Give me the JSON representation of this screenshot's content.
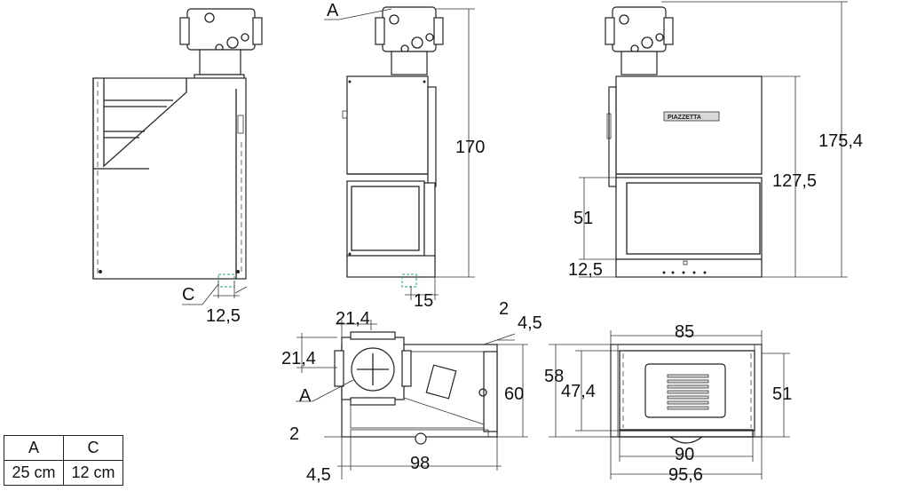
{
  "labels": {
    "a1": "A",
    "a2": "A",
    "c": "C",
    "h170": "170",
    "h175": "175,4",
    "h127": "127,5",
    "h51": "51",
    "h125a": "12,5",
    "h125b": "12,5",
    "w15": "15",
    "t214a": "21,4",
    "t214b": "21,4",
    "t2a": "2",
    "t45a": "4,5",
    "t2b": "2",
    "t45b": "4,5",
    "t98": "98",
    "t60": "60",
    "t85": "85",
    "t58": "58",
    "t474": "47,4",
    "t51b": "51",
    "t90": "90",
    "t956": "95,6",
    "brand": "PIAZZETTA"
  },
  "legend": {
    "header_a": "A",
    "header_c": "C",
    "value_a": "25 cm",
    "value_c": "12 cm"
  }
}
